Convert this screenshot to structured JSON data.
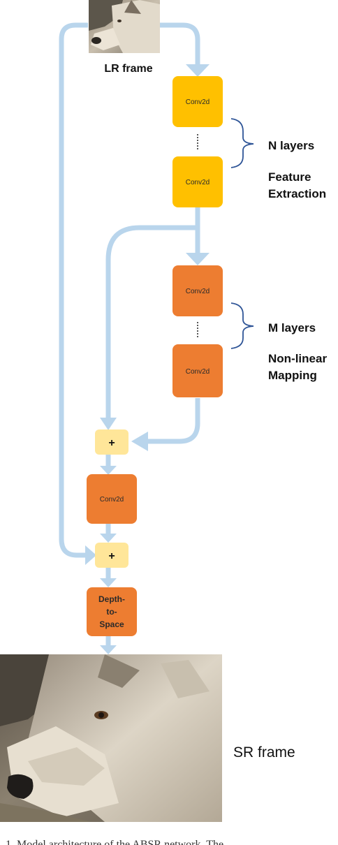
{
  "colors": {
    "arrow": "#b9d5ec",
    "feature_block": "#ffc000",
    "mapping_block": "#ed7d31",
    "add_block": "#ffe699",
    "bracket": "#2f5597"
  },
  "inputs": {
    "lr_frame_label": "LR frame"
  },
  "feature_extraction": {
    "block_top_label": "Conv2d",
    "block_bottom_label": "Conv2d",
    "count_label": "N layers",
    "name_line1": "Feature",
    "name_line2": "Extraction"
  },
  "nonlinear_mapping": {
    "block_top_label": "Conv2d",
    "block_bottom_label": "Conv2d",
    "count_label": "M layers",
    "name_line1": "Non-linear",
    "name_line2": "Mapping"
  },
  "add_1": {
    "symbol": "+"
  },
  "conv_after_add": {
    "label": "Conv2d"
  },
  "add_2": {
    "symbol": "+"
  },
  "depth_to_space": {
    "line1": "Depth-",
    "line2": "to-",
    "line3": "Space"
  },
  "outputs": {
    "sr_frame_label": "SR frame"
  },
  "caption": {
    "text": "1. Model architecture of the ABSR network. The"
  }
}
